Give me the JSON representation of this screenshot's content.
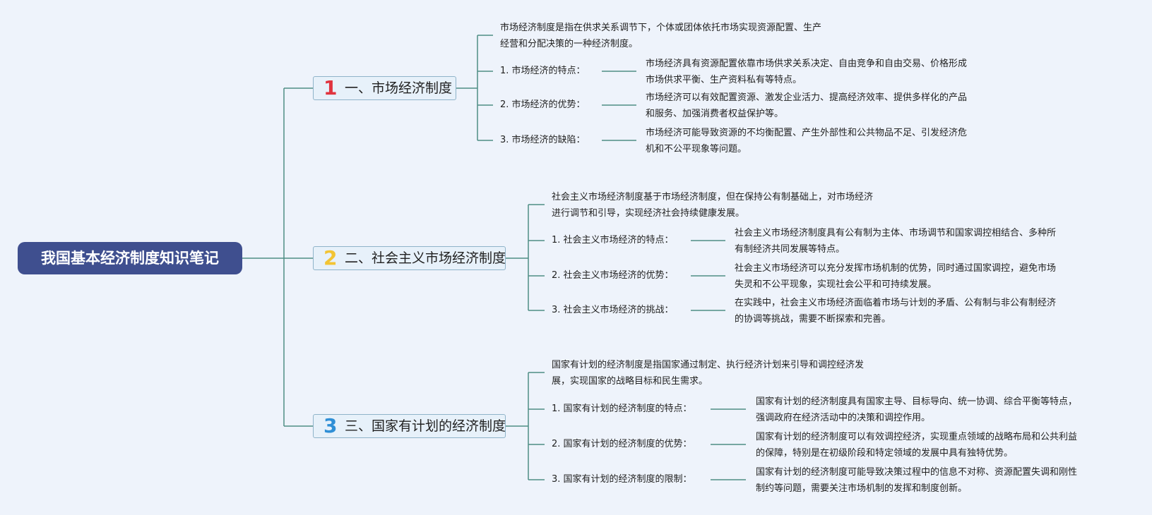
{
  "root": {
    "title": "我国基本经济制度知识笔记"
  },
  "colors": {
    "line": "#4f8e85",
    "root_bg": "#3f4f8f",
    "branch_bg": "#e7f1fa",
    "num1": "#e0343f",
    "num2": "#f2c434",
    "num3": "#2f8fd6"
  },
  "branches": [
    {
      "num": "1",
      "title": "一、市场经济制度",
      "definition": [
        "市场经济制度是指在供求关系调节下，个体或团体依托市场实现资源配置、生产",
        "经营和分配决策的一种经济制度。"
      ],
      "points": [
        {
          "label": "1. 市场经济的特点：",
          "text": [
            "市场经济具有资源配置依靠市场供求关系决定、自由竞争和自由交易、价格形成",
            "市场供求平衡、生产资料私有等特点。"
          ]
        },
        {
          "label": "2. 市场经济的优势：",
          "text": [
            "市场经济可以有效配置资源、激发企业活力、提高经济效率、提供多样化的产品",
            "和服务、加强消费者权益保护等。"
          ]
        },
        {
          "label": "3. 市场经济的缺陷：",
          "text": [
            "市场经济可能导致资源的不均衡配置、产生外部性和公共物品不足、引发经济危",
            "机和不公平现象等问题。"
          ]
        }
      ]
    },
    {
      "num": "2",
      "title": "二、社会主义市场经济制度",
      "definition": [
        "社会主义市场经济制度基于市场经济制度，但在保持公有制基础上，对市场经济",
        "进行调节和引导，实现经济社会持续健康发展。"
      ],
      "points": [
        {
          "label": "1. 社会主义市场经济的特点：",
          "text": [
            "社会主义市场经济制度具有公有制为主体、市场调节和国家调控相结合、多种所",
            "有制经济共同发展等特点。"
          ]
        },
        {
          "label": "2. 社会主义市场经济的优势：",
          "text": [
            "社会主义市场经济可以充分发挥市场机制的优势，同时通过国家调控，避免市场",
            "失灵和不公平现象，实现社会公平和可持续发展。"
          ]
        },
        {
          "label": "3. 社会主义市场经济的挑战：",
          "text": [
            "在实践中，社会主义市场经济面临着市场与计划的矛盾、公有制与非公有制经济",
            "的协调等挑战，需要不断探索和完善。"
          ]
        }
      ]
    },
    {
      "num": "3",
      "title": "三、国家有计划的经济制度",
      "definition": [
        "国家有计划的经济制度是指国家通过制定、执行经济计划来引导和调控经济发",
        "展，实现国家的战略目标和民生需求。"
      ],
      "points": [
        {
          "label": "1. 国家有计划的经济制度的特点：",
          "text": [
            "国家有计划的经济制度具有国家主导、目标导向、统一协调、综合平衡等特点，",
            "强调政府在经济活动中的决策和调控作用。"
          ]
        },
        {
          "label": "2. 国家有计划的经济制度的优势：",
          "text": [
            "国家有计划的经济制度可以有效调控经济，实现重点领域的战略布局和公共利益",
            "的保障，特别是在初级阶段和特定领域的发展中具有独特优势。"
          ]
        },
        {
          "label": "3. 国家有计划的经济制度的限制：",
          "text": [
            "国家有计划的经济制度可能导致决策过程中的信息不对称、资源配置失调和刚性",
            "制约等问题，需要关注市场机制的发挥和制度创新。"
          ]
        }
      ]
    }
  ]
}
